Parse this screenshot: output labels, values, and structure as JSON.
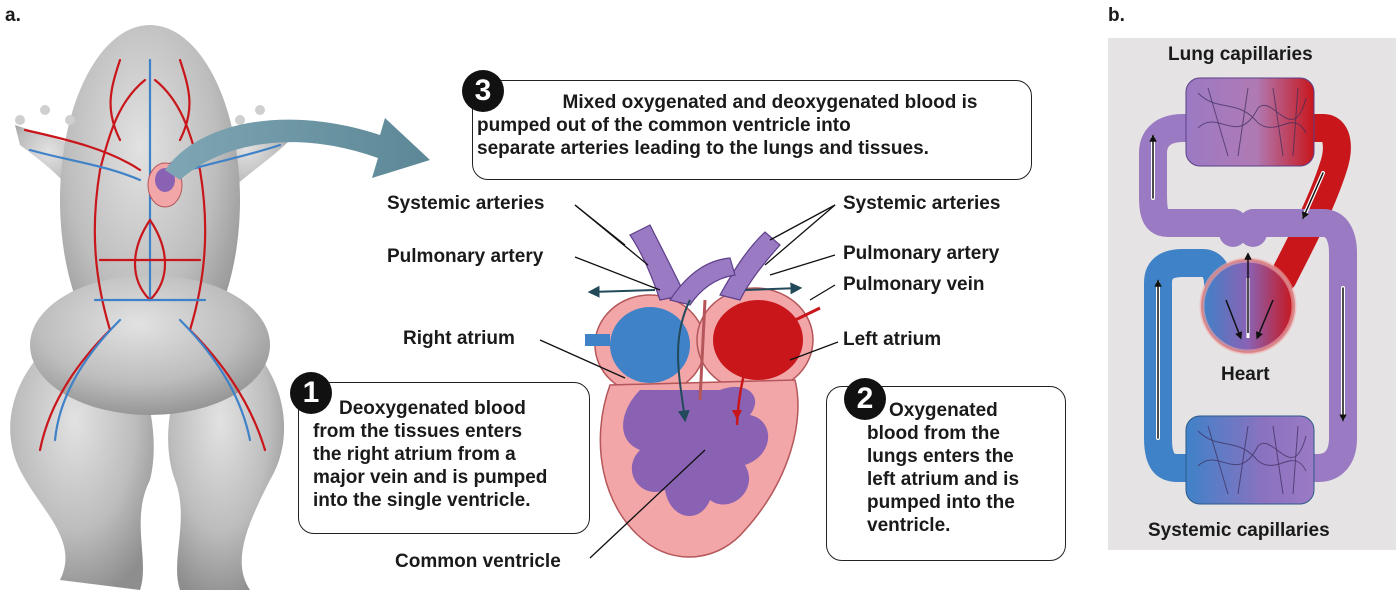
{
  "panel_a": {
    "panel_label": "a.",
    "labels": {
      "systemic_arteries_left": "Systemic  arteries",
      "systemic_arteries_right": "Systemic arteries",
      "pulmonary_artery_left": "Pulmonary artery",
      "pulmonary_artery_right": "Pulmonary artery",
      "pulmonary_vein": "Pulmonary vein",
      "right_atrium": "Right atrium",
      "left_atrium": "Left atrium",
      "common_ventricle": "Common ventricle"
    },
    "callouts": [
      {
        "number": "1",
        "lines": [
          "Deoxygenated blood",
          "from the tissues enters",
          "the right atrium from a",
          "major vein and is pumped",
          "into the single ventricle."
        ]
      },
      {
        "number": "2",
        "lines": [
          "Oxygenated",
          "blood from the",
          "lungs enters the",
          "left atrium and is",
          "pumped into the",
          "ventricle."
        ]
      },
      {
        "number": "3",
        "lines": [
          "Mixed oxygenated and deoxygenated blood is",
          "pumped out of the common ventricle into",
          "separate arteries leading to the lungs and tissues."
        ]
      }
    ]
  },
  "panel_b": {
    "panel_label": "b.",
    "lung_capillaries": "Lung capillaries",
    "heart": "Heart",
    "systemic_capillaries": "Systemic capillaries"
  },
  "colors": {
    "oxygenated": "#c8161b",
    "deoxygenated": "#3f82c8",
    "mixed": "#8a62b4",
    "heart_wall": "#f2a6a8",
    "panel_b_bg": "#e5e3e3"
  }
}
